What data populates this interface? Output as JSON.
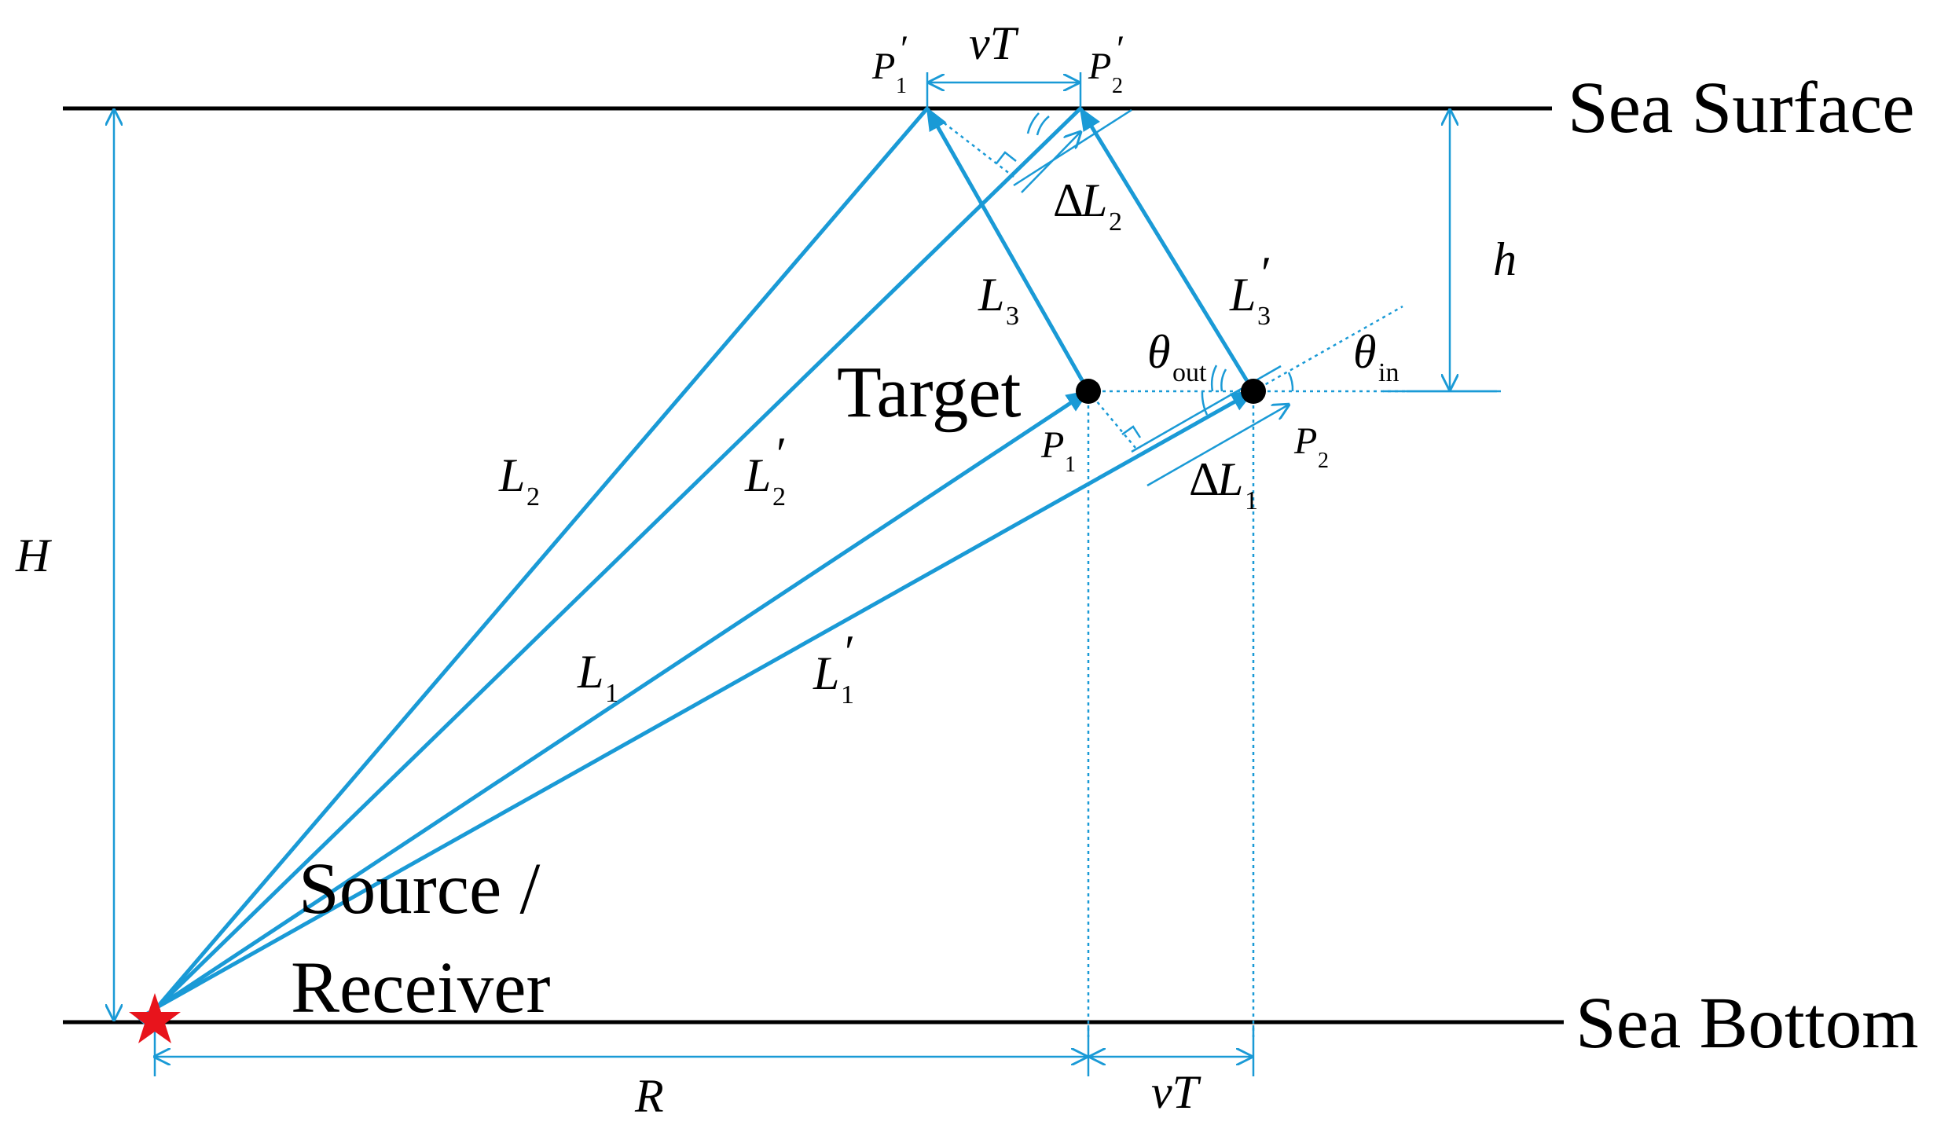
{
  "labels": {
    "sea_surface": "Sea Surface",
    "sea_bottom": "Sea Bottom",
    "target": "Target",
    "source_line1": "Source /",
    "source_line2": "Receiver",
    "H": "H",
    "h": "h",
    "R": "R",
    "vT_bottom": "vT",
    "vT_top": "vT",
    "L1": {
      "main": "L",
      "sub": "1"
    },
    "L1p": {
      "main": "L",
      "sub": "1",
      "prime": "′"
    },
    "L2": {
      "main": "L",
      "sub": "2"
    },
    "L2p": {
      "main": "L",
      "sub": "2",
      "prime": "′"
    },
    "L3": {
      "main": "L",
      "sub": "3"
    },
    "L3p": {
      "main": "L",
      "sub": "3",
      "prime": "′"
    },
    "P1": {
      "main": "P",
      "sub": "1"
    },
    "P2": {
      "main": "P",
      "sub": "2"
    },
    "P1p": {
      "main": "P",
      "sub": "1",
      "prime": "′"
    },
    "P2p": {
      "main": "P",
      "sub": "2",
      "prime": "′"
    },
    "dL1": {
      "delta": "Δ",
      "main": "L",
      "sub": "1"
    },
    "dL2": {
      "delta": "Δ",
      "main": "L",
      "sub": "2"
    },
    "theta_out": {
      "main": "θ",
      "sub": "out"
    },
    "theta_in": {
      "main": "θ",
      "sub": "in"
    }
  },
  "colors": {
    "ray": "#1a9ad6",
    "boundary": "#000000",
    "source_marker": "#e8141c",
    "target_marker": "#000000"
  }
}
